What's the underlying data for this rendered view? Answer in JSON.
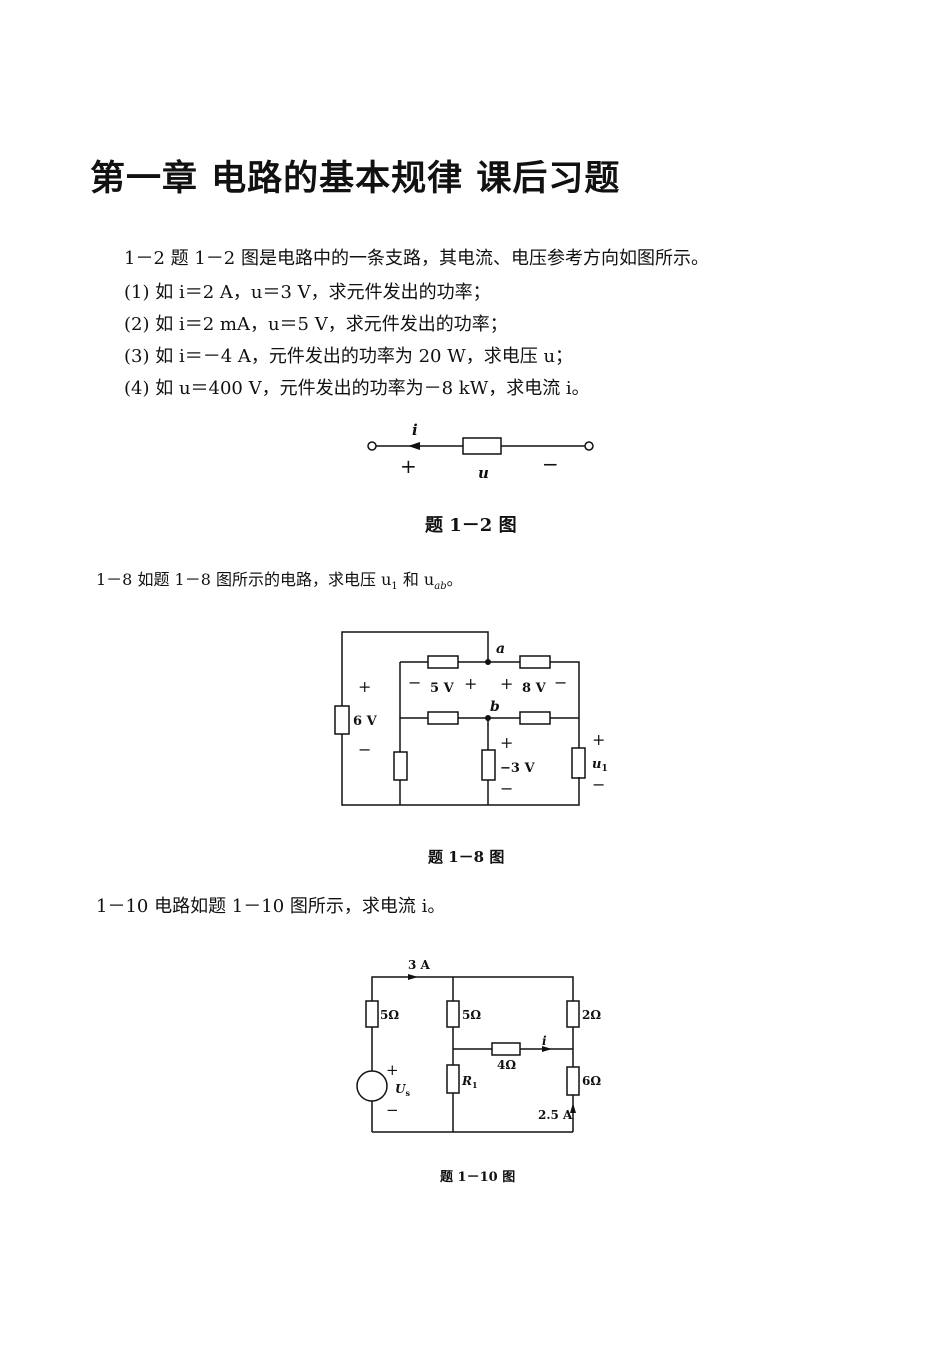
{
  "title": "第一章  电路的基本规律 课后习题",
  "p12": {
    "lines": [
      "1－2   题 1－2 图是电路中的一条支路，其电流、电压参考方向如图所示。",
      "(1) 如 i＝2 A，u＝3 V，求元件发出的功率；",
      "(2) 如 i＝2 mA，u＝5 V，求元件发出的功率；",
      "(3) 如 i＝－4 A，元件发出的功率为 20 W，求电压 u；",
      "(4) 如 u＝400 V，元件发出的功率为－8 kW，求电流 i。"
    ],
    "fig": {
      "i": "i",
      "plus": "+",
      "u": "u",
      "minus": "−"
    },
    "caption": "题 1－2 图"
  },
  "p18": {
    "text": "1－8   如题 1－8 图所示的电路，求电压 u",
    "sub1": "1",
    "and": " 和 u",
    "subab": "ab",
    "end": "。",
    "fig": {
      "a": "a",
      "b": "b",
      "v5": "5 V",
      "v8": "8 V",
      "v6": "6 V",
      "vm3": "−3 V",
      "u1": "u",
      "u1sub": "1",
      "plus": "+",
      "minus": "−"
    },
    "caption": "题 1－8 图"
  },
  "p110": {
    "text": "1－10   电路如题 1－10 图所示，求电流 i。",
    "fig": {
      "i3a": "3 A",
      "r5a": "5Ω",
      "r5b": "5Ω",
      "r2": "2Ω",
      "r4": "4Ω",
      "r6": "6Ω",
      "R1": "R",
      "R1sub": "1",
      "Us": "U",
      "Ussub": "s",
      "i": "i",
      "i25": "2.5 A",
      "plus": "+",
      "minus": "−"
    },
    "caption": "题 1－10 图"
  }
}
